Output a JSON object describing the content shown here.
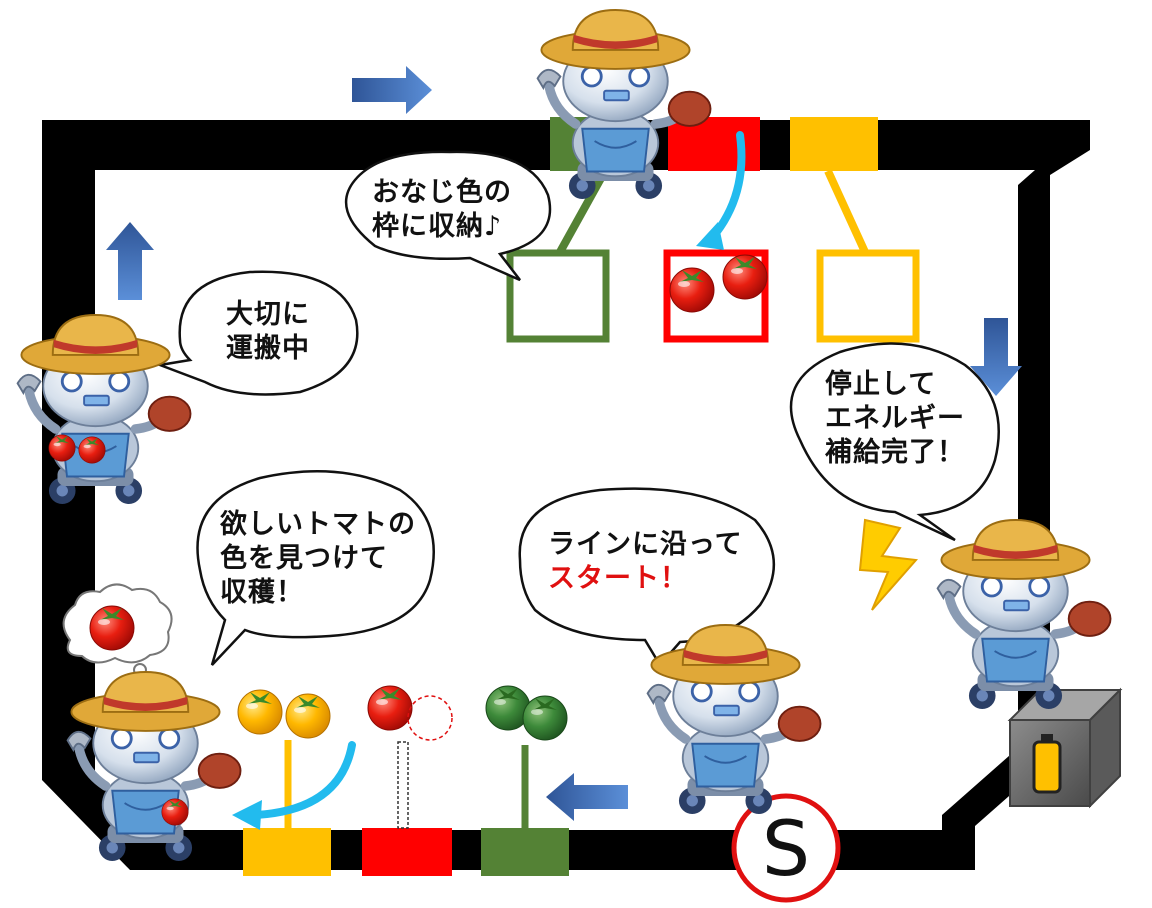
{
  "bubbles": {
    "store": {
      "line1": "おなじ色の",
      "line2": "枠に収納♪"
    },
    "carry": {
      "line1": "大切に",
      "line2": "運搬中"
    },
    "charge": {
      "line1": "停止して",
      "line2": "エネルギー",
      "line3": "補給完了！"
    },
    "harvest": {
      "line1": "欲しいトマトの",
      "line2": "色を見つけて",
      "line3": "収穫！"
    },
    "start": {
      "line1": "ラインに沿って",
      "line2": "スタート！"
    }
  },
  "start_marker": "S",
  "colors": {
    "track": "#000000",
    "green": "#548235",
    "red": "#ff0000",
    "yellow": "#ffc000",
    "arrow_blue": "#4472c4",
    "arrow_cyan": "#22bbee",
    "hat": "#d8a02a",
    "hat_band": "#c0392b",
    "robot_body": "#c9d6e6",
    "apron": "#5b9bd5",
    "glove": "#b0442a",
    "bolt": "#ffcc00",
    "battery_box": "#7f7f7f",
    "battery": "#ffc000"
  },
  "icons": [
    "robot-farmer",
    "tomato",
    "direction-arrow",
    "lightning-bolt",
    "battery-station",
    "thought-cloud"
  ]
}
